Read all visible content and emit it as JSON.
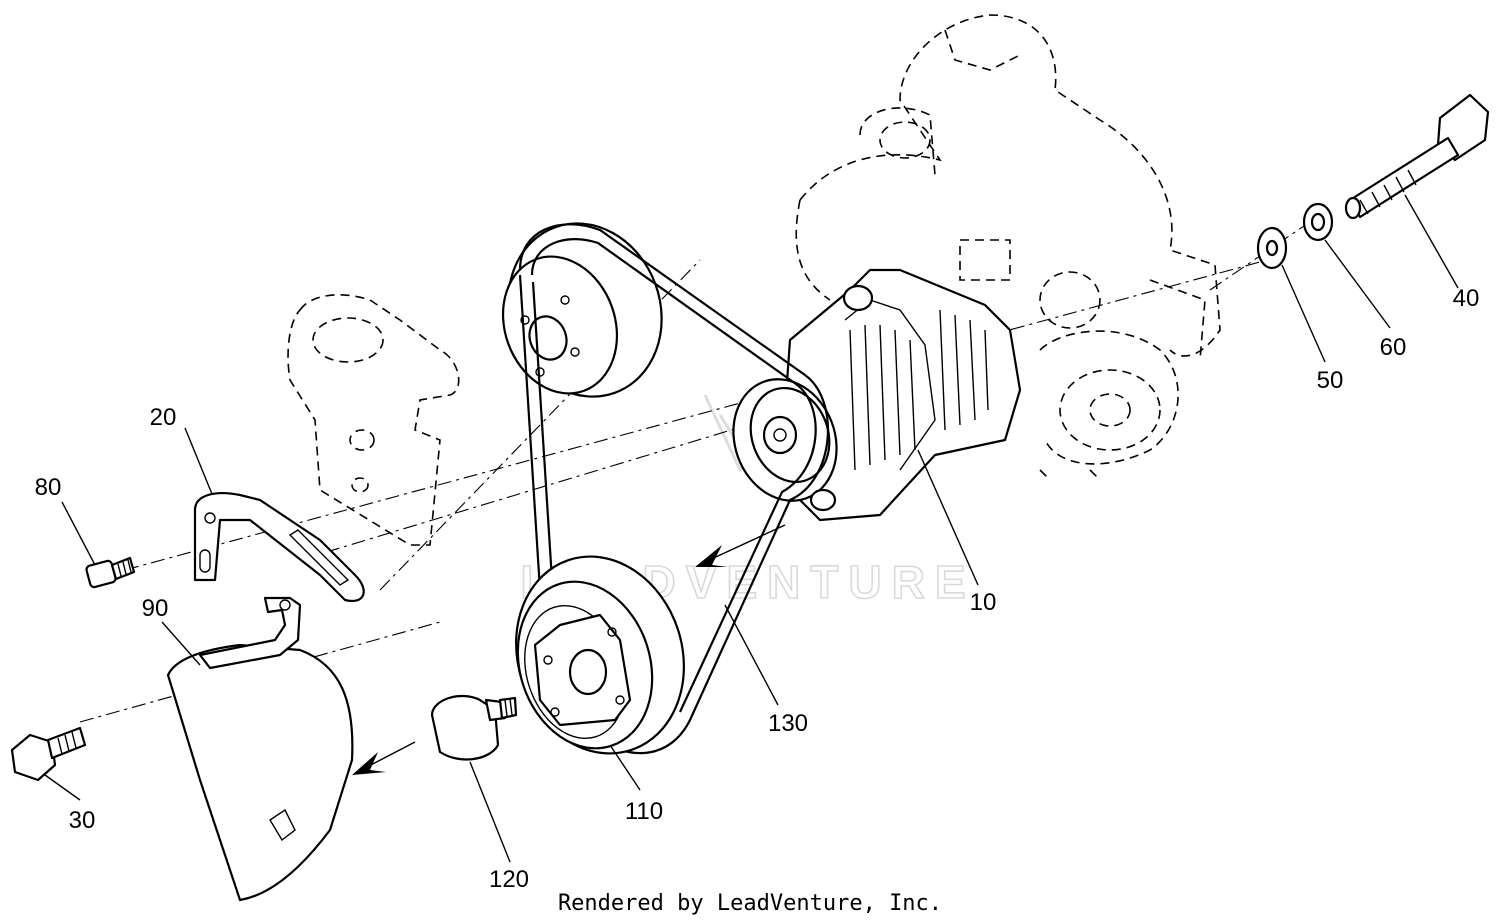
{
  "diagram": {
    "callouts": [
      {
        "id": "10",
        "label": "10"
      },
      {
        "id": "20",
        "label": "20"
      },
      {
        "id": "30",
        "label": "30"
      },
      {
        "id": "40",
        "label": "40"
      },
      {
        "id": "50",
        "label": "50"
      },
      {
        "id": "60",
        "label": "60"
      },
      {
        "id": "80",
        "label": "80"
      },
      {
        "id": "90",
        "label": "90"
      },
      {
        "id": "110",
        "label": "110"
      },
      {
        "id": "120",
        "label": "120"
      },
      {
        "id": "130",
        "label": "130"
      }
    ],
    "watermark_text": "LEADVENTURE",
    "credit_text": "Rendered by LeadVenture, Inc."
  }
}
